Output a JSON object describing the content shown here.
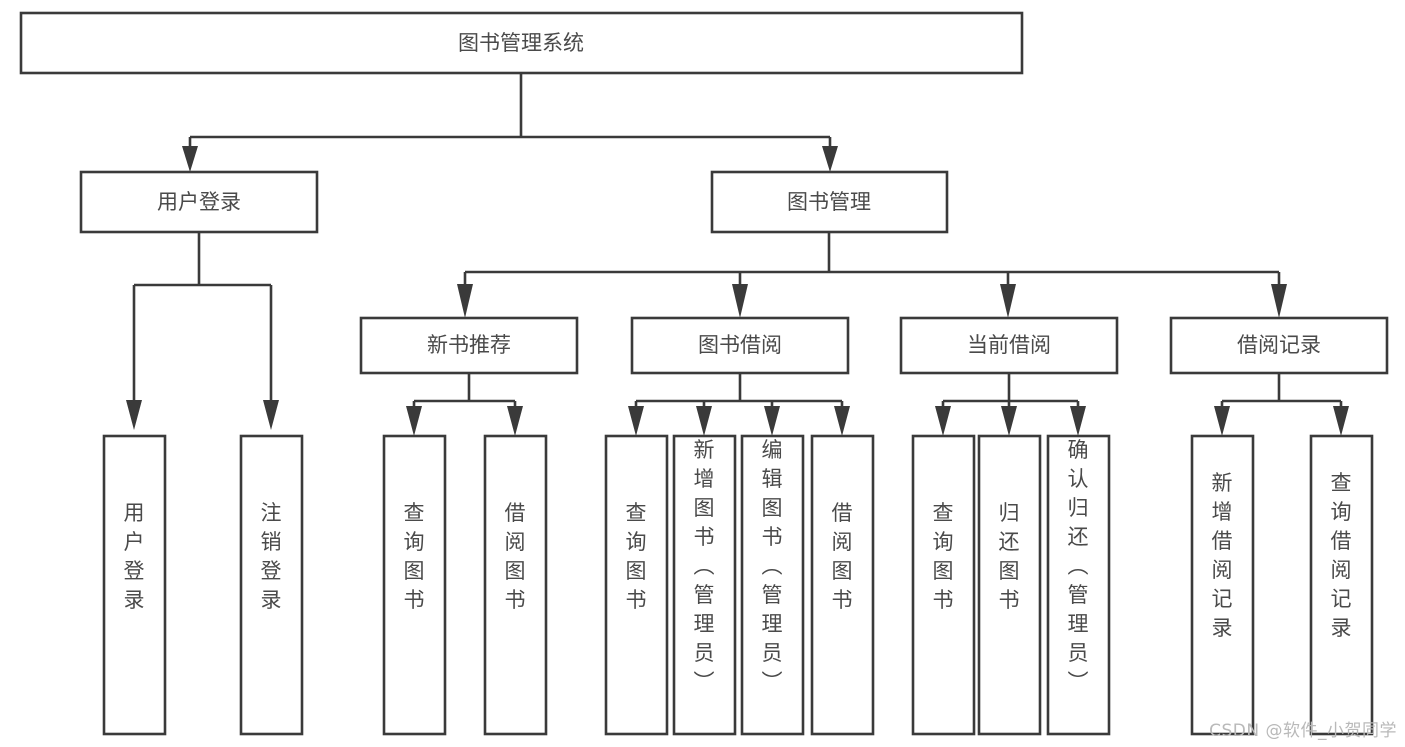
{
  "diagram": {
    "title": "图书管理系统",
    "watermark": "CSDN @软件_小贺同学",
    "accent_color": "#3a3a3a",
    "text_color": "#4a4a4a",
    "background_color": "#ffffff",
    "root": {
      "label": "图书管理系统"
    },
    "level1": [
      {
        "label": "用户登录"
      },
      {
        "label": "图书管理"
      }
    ],
    "level2": [
      {
        "label": "新书推荐"
      },
      {
        "label": "图书借阅"
      },
      {
        "label": "当前借阅"
      },
      {
        "label": "借阅记录"
      }
    ],
    "leaves": {
      "user_login": [
        {
          "label": "用户登录"
        },
        {
          "label": "注销登录"
        }
      ],
      "new_book_recommend": [
        {
          "label": "查询图书"
        },
        {
          "label": "借阅图书"
        }
      ],
      "book_borrow": [
        {
          "label": "查询图书"
        },
        {
          "label": "新增图书（管理员）"
        },
        {
          "label": "编辑图书（管理员）"
        },
        {
          "label": "借阅图书"
        }
      ],
      "current_borrow": [
        {
          "label": "查询图书"
        },
        {
          "label": "归还图书"
        },
        {
          "label": "确认归还（管理员）"
        }
      ],
      "borrow_record": [
        {
          "label": "新增借阅记录"
        },
        {
          "label": "查询借阅记录"
        }
      ]
    }
  }
}
